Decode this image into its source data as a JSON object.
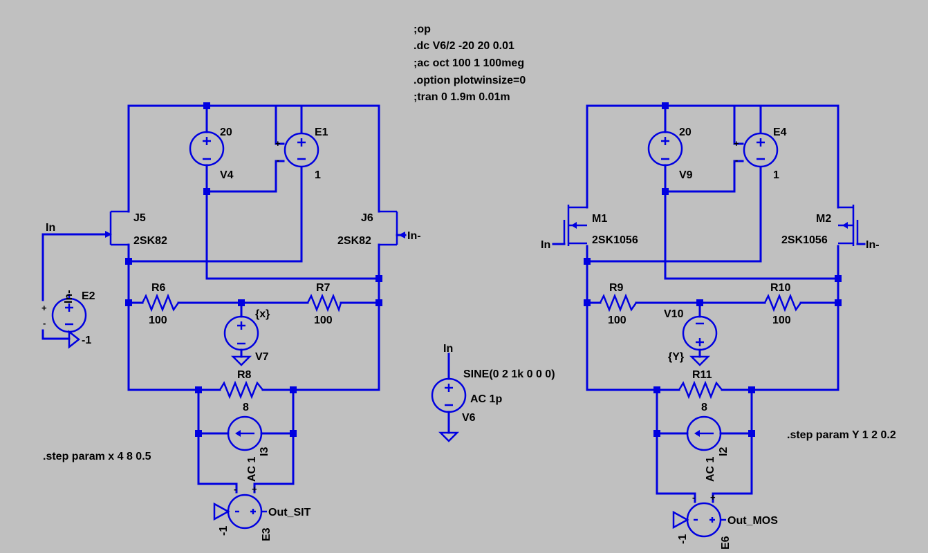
{
  "directives": {
    "op": ";op",
    "dc": ".dc V6/2 -20 20 0.01",
    "ac": ";ac oct 100 1 100meg",
    "option": ".option plotwinsize=0",
    "tran": ";tran 0 1.9m 0.01m",
    "step_x": ".step param x 4 8 0.5",
    "step_y": ".step param Y 1 2 0.2"
  },
  "left": {
    "v4": {
      "name": "V4",
      "value": "20"
    },
    "e1": {
      "name": "E1",
      "value": "1"
    },
    "j5": {
      "name": "J5",
      "model": "2SK82"
    },
    "j6": {
      "name": "J6",
      "model": "2SK82"
    },
    "e2": {
      "name": "E2",
      "value": "-1"
    },
    "r6": {
      "name": "R6",
      "value": "100"
    },
    "r7": {
      "name": "R7",
      "value": "100"
    },
    "v7": {
      "name": "V7",
      "value": "{x}"
    },
    "r8": {
      "name": "R8",
      "value": "8"
    },
    "i3": {
      "name": "I3",
      "value": "AC 1"
    },
    "e3": {
      "name": "E3",
      "value": "-1"
    },
    "net_in": "In",
    "net_inm_e2": "In-",
    "net_inm_j6": "In-",
    "net_out": "Out_SIT"
  },
  "source": {
    "v6": {
      "name": "V6",
      "value": "SINE(0 2 1k 0 0 0)",
      "ac": "AC 1p"
    },
    "net_in": "In"
  },
  "right": {
    "v9": {
      "name": "V9",
      "value": "20"
    },
    "e4": {
      "name": "E4",
      "value": "1"
    },
    "m1": {
      "name": "M1",
      "model": "2SK1056"
    },
    "m2": {
      "name": "M2",
      "model": "2SK1056"
    },
    "r9": {
      "name": "R9",
      "value": "100"
    },
    "r10": {
      "name": "R10",
      "value": "100"
    },
    "v10": {
      "name": "V10",
      "value": "{Y}"
    },
    "r11": {
      "name": "R11",
      "value": "8"
    },
    "i2": {
      "name": "I2",
      "value": "AC 1"
    },
    "e6": {
      "name": "E6",
      "value": "-1"
    },
    "net_in": "In",
    "net_inm": "In-",
    "net_out": "Out_MOS"
  },
  "colors": {
    "background": "#c0c0c0",
    "wire": "#0000e0",
    "text": "#000000"
  }
}
